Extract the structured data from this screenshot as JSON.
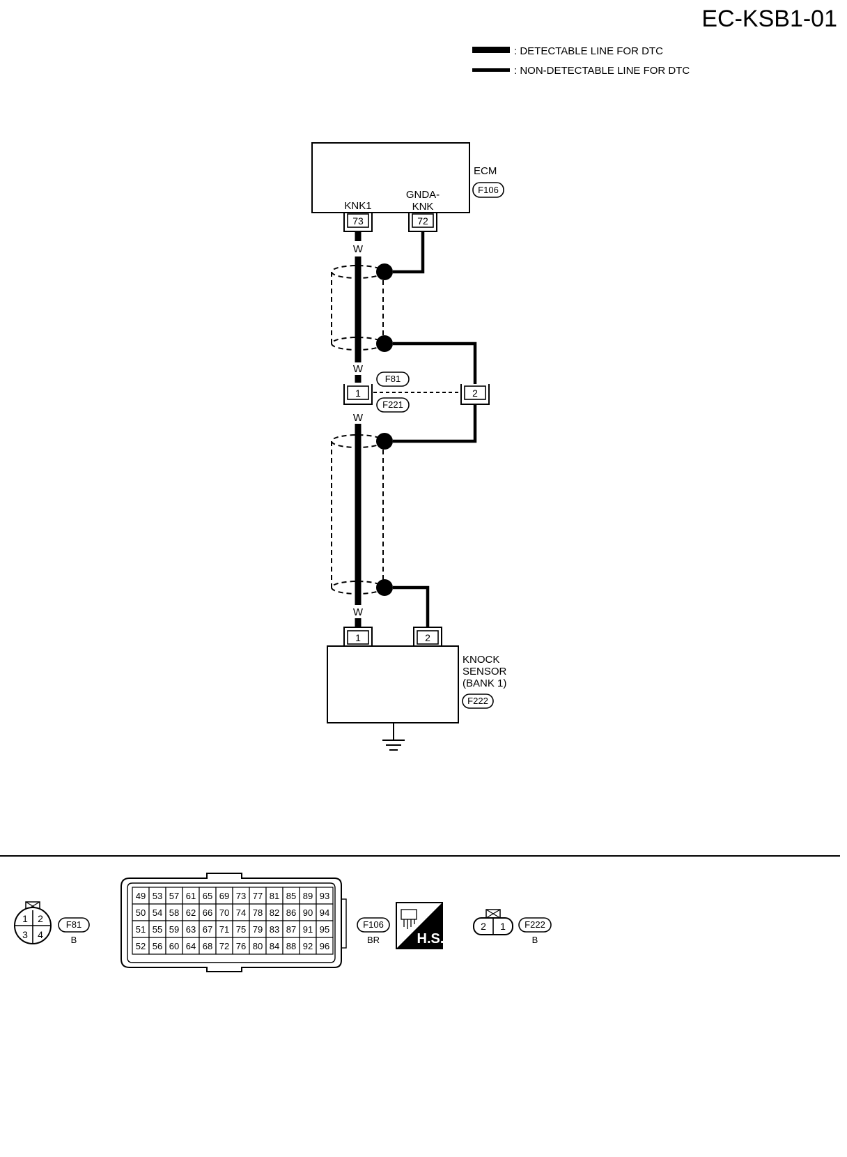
{
  "page_code": "EC-KSB1-01",
  "legend": {
    "detectable": ": DETECTABLE LINE FOR DTC",
    "non_detectable": ": NON-DETECTABLE LINE FOR DTC"
  },
  "ecm": {
    "name": "ECM",
    "connector": "F106",
    "pins": [
      {
        "id": "73",
        "label": "KNK1"
      },
      {
        "id": "72",
        "label_line1": "GNDA-",
        "label_line2": "KNK"
      }
    ]
  },
  "wire_colors": {
    "top": "W",
    "mid_upper": "W",
    "mid_lower": "W",
    "bottom": "W"
  },
  "joint": {
    "connector_a": "F81",
    "connector_b": "F221",
    "pin_signal": "1",
    "pin_shield": "2"
  },
  "sensor": {
    "name_lines": [
      "KNOCK",
      "SENSOR",
      "(BANK 1)"
    ],
    "connector": "F222",
    "pins": [
      "1",
      "2"
    ]
  },
  "connector_views": {
    "f81": {
      "code": "F81",
      "color": "B",
      "pins": [
        "1",
        "2",
        "3",
        "4"
      ]
    },
    "f106": {
      "code": "F106",
      "color": "BR",
      "rows": [
        [
          "49",
          "53",
          "57",
          "61",
          "65",
          "69",
          "73",
          "77",
          "81",
          "85",
          "89",
          "93"
        ],
        [
          "50",
          "54",
          "58",
          "62",
          "66",
          "70",
          "74",
          "78",
          "82",
          "86",
          "90",
          "94"
        ],
        [
          "51",
          "55",
          "59",
          "63",
          "67",
          "71",
          "75",
          "79",
          "83",
          "87",
          "91",
          "95"
        ],
        [
          "52",
          "56",
          "60",
          "64",
          "68",
          "72",
          "76",
          "80",
          "84",
          "88",
          "92",
          "96"
        ]
      ]
    },
    "hs_badge": "H.S.",
    "f222": {
      "code": "F222",
      "color": "B",
      "pins": [
        "2",
        "1"
      ]
    }
  }
}
